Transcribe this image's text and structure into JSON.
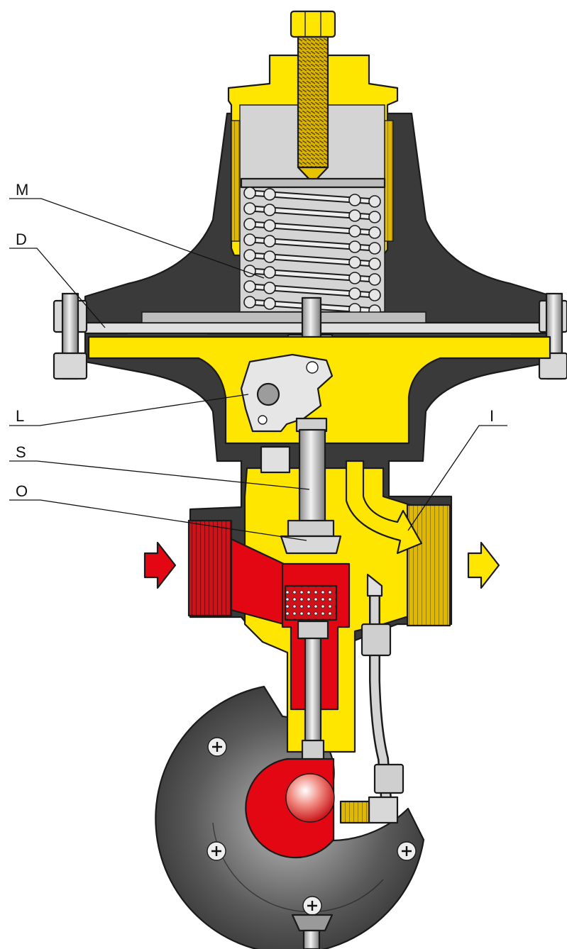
{
  "diagram": {
    "labels": [
      {
        "id": "M",
        "text": "M"
      },
      {
        "id": "D",
        "text": "D"
      },
      {
        "id": "L",
        "text": "L"
      },
      {
        "id": "S",
        "text": "S"
      },
      {
        "id": "O",
        "text": "O"
      },
      {
        "id": "I",
        "text": "I"
      }
    ],
    "colors": {
      "bonnet": "#ffe600",
      "body_low_pressure": "#ffe600",
      "inlet_high_pressure": "#e30613",
      "casting": "#3a3a3a",
      "spring_chamber": "#d9d9d9",
      "flow_in_arrow": "#e30613",
      "flow_out_arrow": "#ffe600"
    },
    "icons": [
      "flow-in-arrow-icon",
      "flow-out-arrow-icon"
    ]
  }
}
